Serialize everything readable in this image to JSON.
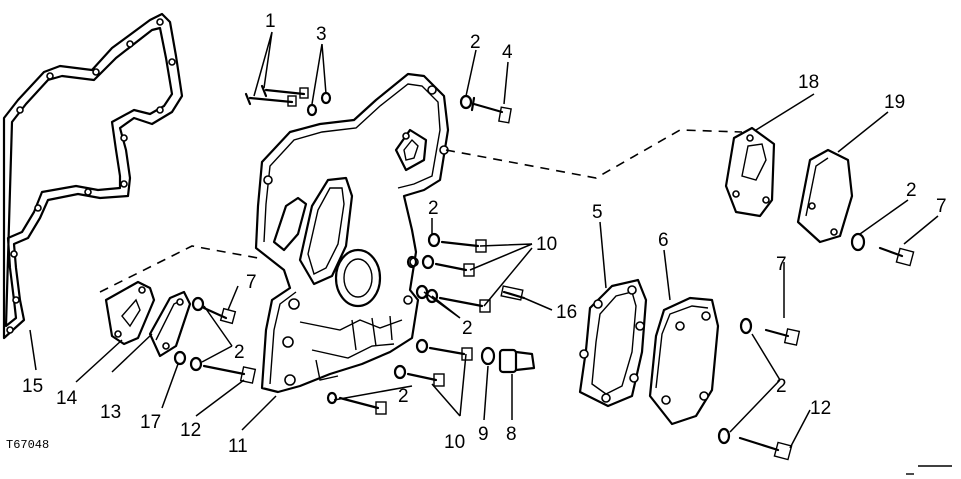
{
  "figure_id": "T67048",
  "callouts": {
    "c1": "1",
    "c2a": "2",
    "c2b": "2",
    "c2c": "2",
    "c2d": "2",
    "c2e": "2",
    "c2f": "2",
    "c2g": "2",
    "c3": "3",
    "c4": "4",
    "c5": "5",
    "c6": "6",
    "c7a": "7",
    "c7b": "7",
    "c7c": "7",
    "c8": "8",
    "c9": "9",
    "c10a": "10",
    "c10b": "10",
    "c11": "11",
    "c12a": "12",
    "c12b": "12",
    "c13": "13",
    "c14": "14",
    "c15": "15",
    "c16": "16",
    "c17": "17",
    "c18": "18",
    "c19": "19"
  }
}
